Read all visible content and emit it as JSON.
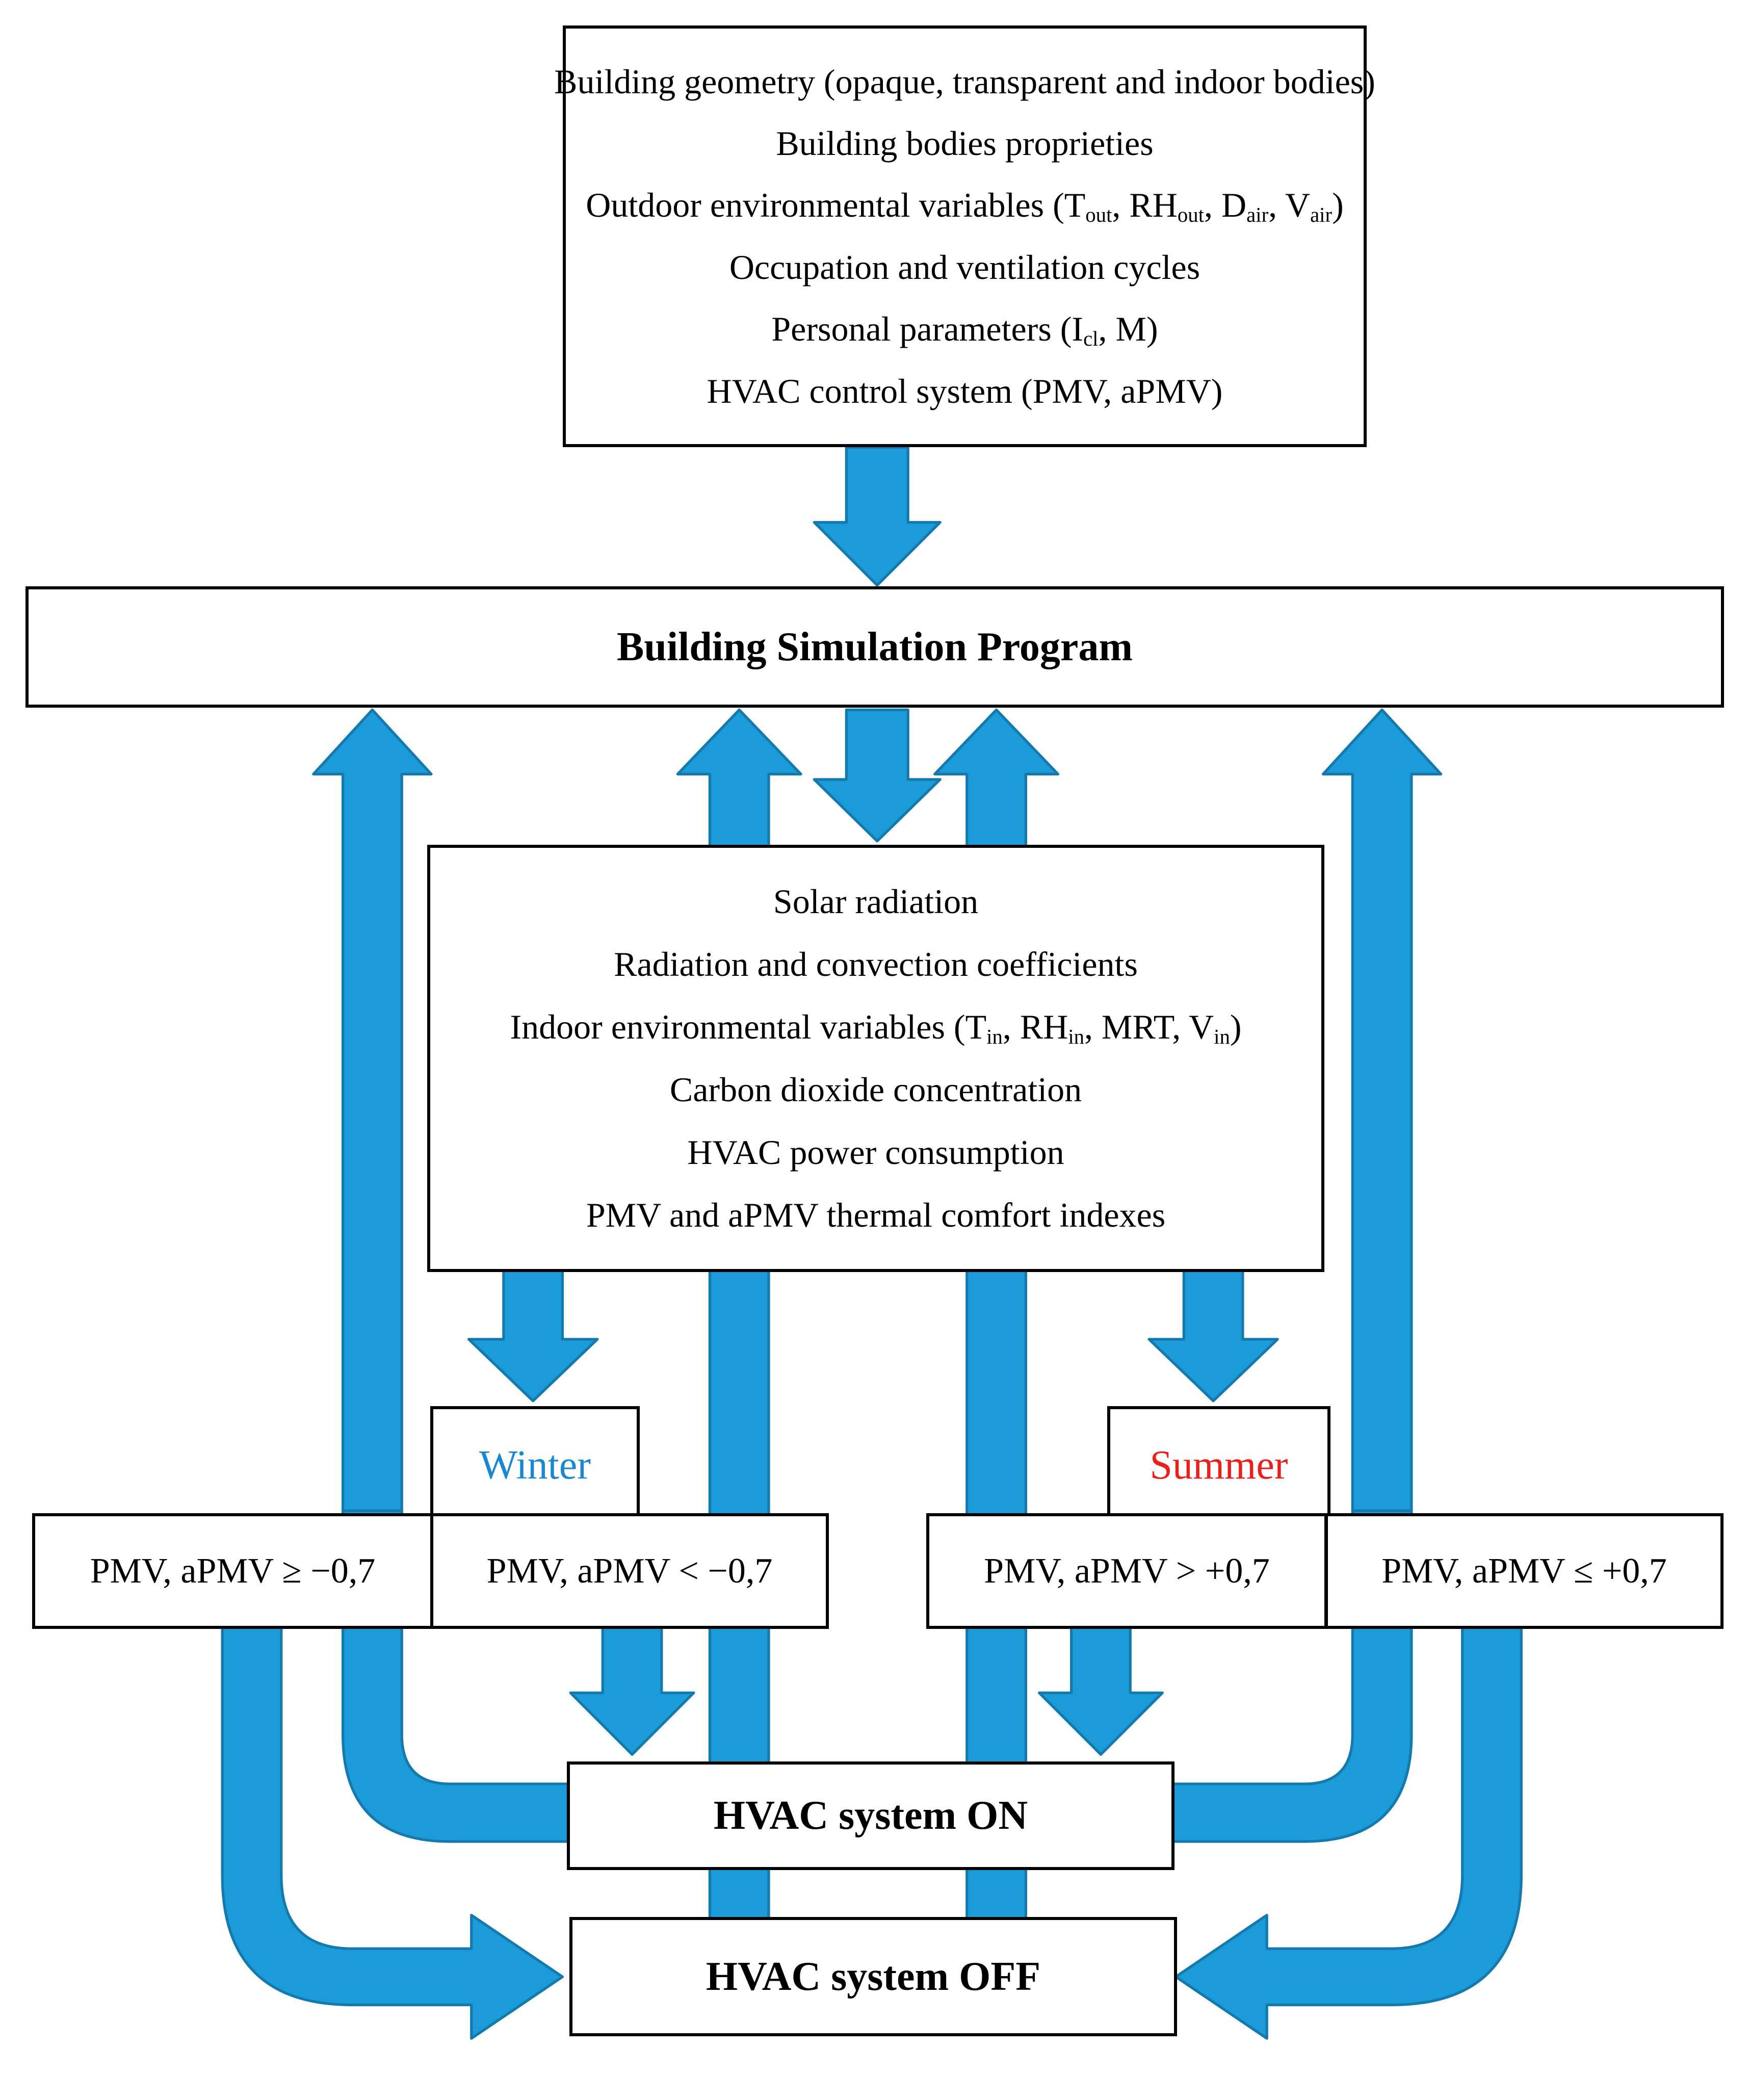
{
  "colors": {
    "arrow": "#1b9bd7",
    "winter": "#1a87d0",
    "summer": "#e8211d"
  },
  "inputs": {
    "lines": [
      [
        {
          "t": "Building geometry (opaque, transparent and indoor bodies)"
        }
      ],
      [
        {
          "t": "Building bodies proprieties"
        }
      ],
      [
        {
          "t": "Outdoor environmental variables (T"
        },
        {
          "s": "out"
        },
        {
          "t": ", RH"
        },
        {
          "s": "out"
        },
        {
          "t": ", D"
        },
        {
          "s": "air"
        },
        {
          "t": ", V"
        },
        {
          "s": "air"
        },
        {
          "t": ")"
        }
      ],
      [
        {
          "t": "Occupation and ventilation cycles"
        }
      ],
      [
        {
          "t": "Personal parameters (I"
        },
        {
          "s": "cl"
        },
        {
          "t": ", M)"
        }
      ],
      [
        {
          "t": "HVAC control system (PMV, aPMV)"
        }
      ]
    ]
  },
  "program": {
    "title": "Building Simulation Program"
  },
  "outputs": {
    "lines": [
      [
        {
          "t": "Solar radiation"
        }
      ],
      [
        {
          "t": "Radiation and convection coefficients"
        }
      ],
      [
        {
          "t": "Indoor environmental variables (T"
        },
        {
          "s": "in"
        },
        {
          "t": ", RH"
        },
        {
          "s": "in"
        },
        {
          "t": ", MRT, V"
        },
        {
          "s": "in"
        },
        {
          "t": ")"
        }
      ],
      [
        {
          "t": "Carbon dioxide concentration"
        }
      ],
      [
        {
          "t": "HVAC power consumption"
        }
      ],
      [
        {
          "t": "PMV and aPMV thermal comfort indexes"
        }
      ]
    ]
  },
  "winter": {
    "label": "Winter",
    "cond_off": "PMV, aPMV ≥ −0,7",
    "cond_on": "PMV, aPMV < −0,7"
  },
  "summer": {
    "label": "Summer",
    "cond_on": "PMV, aPMV > +0,7",
    "cond_off": "PMV, aPMV ≤ +0,7"
  },
  "hvac_on": {
    "label": "HVAC system ON"
  },
  "hvac_off": {
    "label": "HVAC system OFF"
  }
}
